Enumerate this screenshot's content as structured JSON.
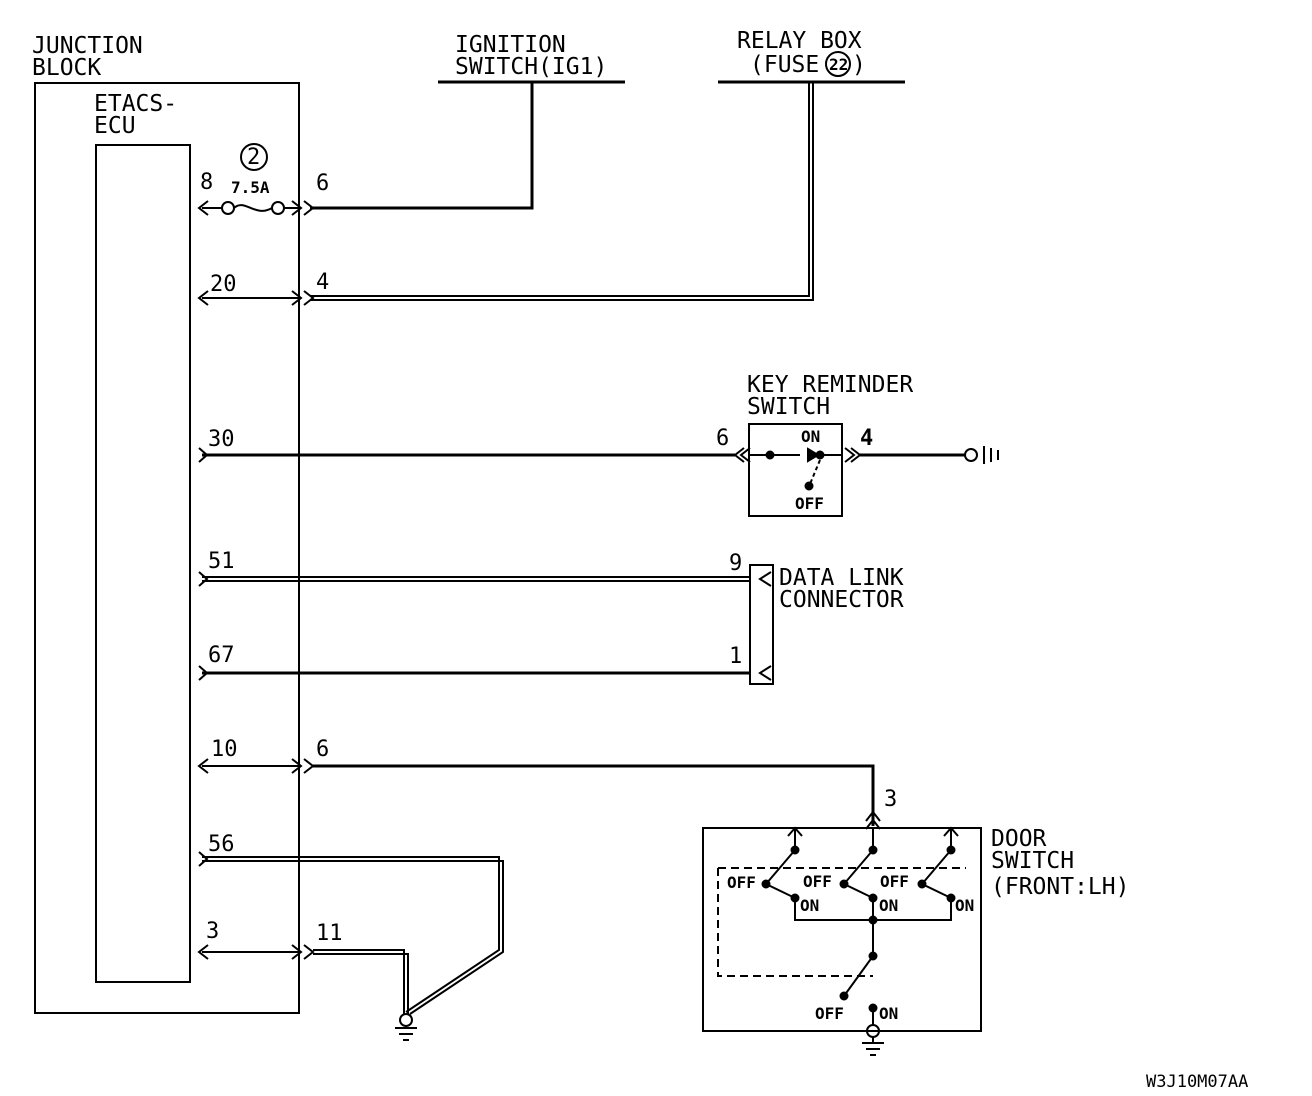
{
  "junction_block": {
    "label_line1": "JUNCTION",
    "label_line2": "BLOCK"
  },
  "ecu": {
    "label_line1": "ETACS-",
    "label_line2": "ECU"
  },
  "fuse": {
    "number": "2",
    "rating": "7.5A"
  },
  "ignition_switch": {
    "label_line1": "IGNITION",
    "label_line2": "SWITCH(IG1)"
  },
  "relay_box": {
    "label_line1": "RELAY BOX",
    "label_line2_prefix": "(FUSE",
    "fuse_number": "22",
    "label_line2_suffix": ")"
  },
  "key_reminder": {
    "label_line1": "KEY REMINDER",
    "label_line2": "SWITCH",
    "pin_in": "6",
    "pin_out": "4",
    "on_label": "ON",
    "off_label": "OFF"
  },
  "data_link": {
    "label_line1": "DATA LINK",
    "label_line2": "CONNECTOR",
    "pin_a": "9",
    "pin_b": "1"
  },
  "door_switch": {
    "label_line1": "DOOR",
    "label_line2": "SWITCH",
    "label_line3": "(FRONT:LH)",
    "pin": "3",
    "off_label": "OFF",
    "on_label": "ON"
  },
  "pins": {
    "ecu_8": "8",
    "jb_6_top": "6",
    "ecu_20": "20",
    "jb_4": "4",
    "ecu_30": "30",
    "ecu_51": "51",
    "ecu_67": "67",
    "ecu_10": "10",
    "jb_6_low": "6",
    "ecu_56": "56",
    "ecu_3": "3",
    "jb_11": "11"
  },
  "diagram_code": "W3J10M07AA"
}
